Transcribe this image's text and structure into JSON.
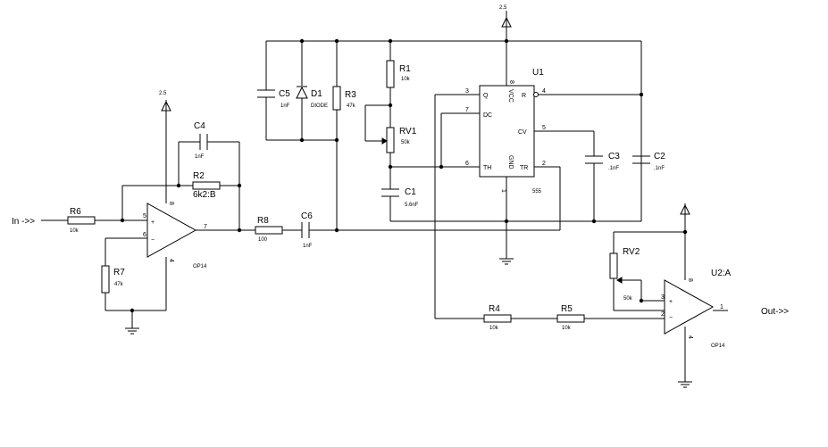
{
  "ports": {
    "input": "In ->>",
    "output": "Out->>"
  },
  "supply": {
    "top": "2.5",
    "left": "2.5"
  },
  "components": {
    "R1": {
      "ref": "R1",
      "value": "10k"
    },
    "R2": {
      "ref": "R2",
      "value": "6k2:B"
    },
    "R3": {
      "ref": "R3",
      "value": "47k"
    },
    "R4": {
      "ref": "R4",
      "value": "10k"
    },
    "R5": {
      "ref": "R5",
      "value": "10k"
    },
    "R6": {
      "ref": "R6",
      "value": "10k"
    },
    "R7": {
      "ref": "R7",
      "value": "47k"
    },
    "R8": {
      "ref": "R8",
      "value": "100"
    },
    "RV1": {
      "ref": "RV1",
      "value": "50k"
    },
    "RV2": {
      "ref": "RV2",
      "value": "50k"
    },
    "C1": {
      "ref": "C1",
      "value": "5.6nF"
    },
    "C2": {
      "ref": "C2",
      "value": ".1nF"
    },
    "C3": {
      "ref": "C3",
      "value": ".1nF"
    },
    "C4": {
      "ref": "C4",
      "value": "1nF"
    },
    "C5": {
      "ref": "C5",
      "value": "1nF"
    },
    "C6": {
      "ref": "C6",
      "value": "1nF"
    },
    "D1": {
      "ref": "D1",
      "value": "DIODE"
    },
    "U1": {
      "ref": "U1",
      "value": "555"
    },
    "U2A": {
      "ref": "U2:A",
      "value": "OP14"
    },
    "OPL": {
      "value": "OP14"
    }
  },
  "timer_pins": {
    "q": "Q",
    "dc": "DC",
    "th": "TH",
    "vcc": "VCC",
    "gnd": "GND",
    "r": "R",
    "cv": "CV",
    "tr": "TR",
    "n3": "3",
    "n7": "7",
    "n6": "6",
    "n8": "8",
    "n1": "1",
    "n4": "4",
    "n5": "5",
    "n2": "2"
  },
  "opamp_pins": {
    "left_plus": "5",
    "left_minus": "6",
    "left_out": "7",
    "left_top": "8",
    "left_bot": "4",
    "right_plus": "3",
    "right_minus": "2",
    "right_out": "1",
    "right_top": "8",
    "right_bot": "4",
    "plus": "+",
    "minus": "−"
  }
}
